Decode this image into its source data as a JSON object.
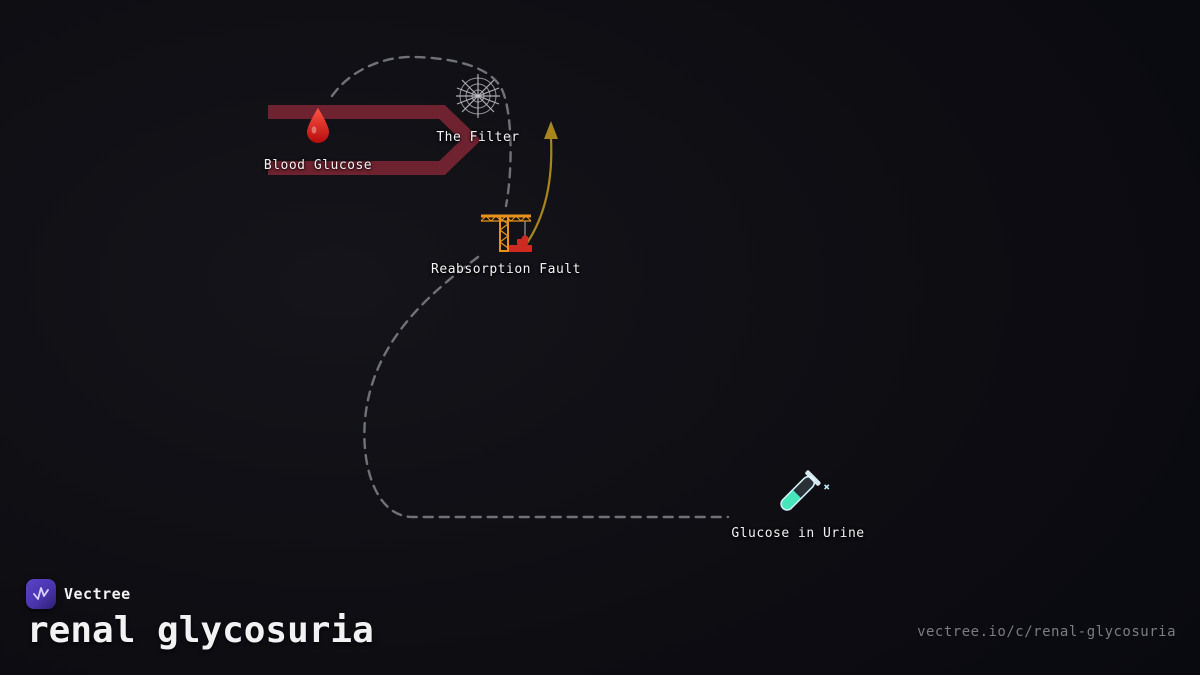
{
  "brand": {
    "name": "Vectree"
  },
  "footer": {
    "title": "renal glycosuria",
    "url": "vectree.io/c/renal-glycosuria"
  },
  "diagram": {
    "nodes": [
      {
        "label": "Blood Glucose",
        "icon": "blood-drop-icon"
      },
      {
        "label": "The Filter",
        "icon": "spider-web-icon"
      },
      {
        "label": "Reabsorption Fault",
        "icon": "construction-crane-icon"
      },
      {
        "label": "Glucose in Urine",
        "icon": "test-tube-icon"
      }
    ]
  },
  "colors": {
    "band-red": "#6f2330",
    "drop-red": "#d81f1f",
    "drop-light": "#ff5344",
    "dash-gray": "#82828a",
    "arrow-gold": "#a8861d",
    "web-gray": "#c6c6cc",
    "crane-orange": "#e8921a",
    "crane-red": "#cf2a21",
    "tube-teal": "#2ee6b0",
    "tube-glass": "#cfeef7",
    "brand-purple": "#4b35ae",
    "text-light": "#f2f2f3",
    "text-muted": "#7b7b82"
  }
}
